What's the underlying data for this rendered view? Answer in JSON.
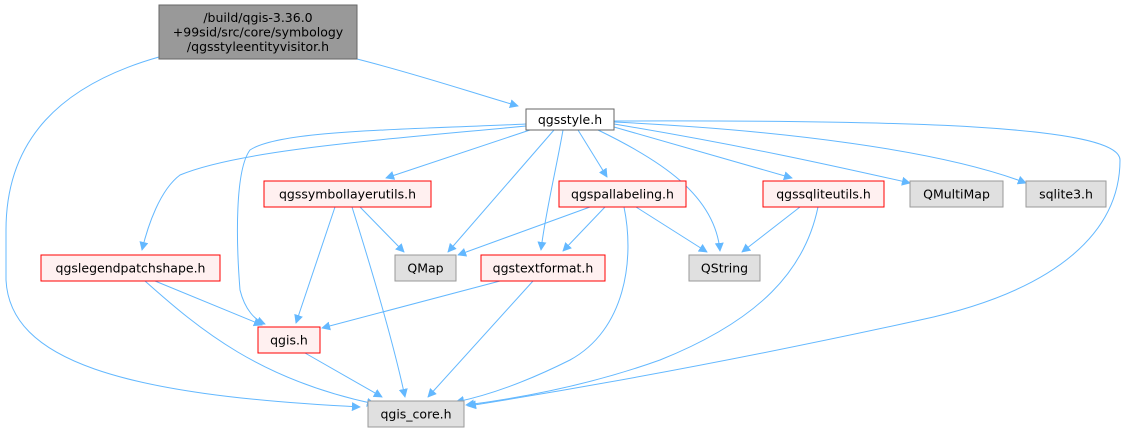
{
  "diagram": {
    "nodes": [
      {
        "id": "root",
        "lines": [
          "/build/qgis-3.36.0",
          "+99sid/src/core/symbology",
          "/qgsstyleentityvisitor.h"
        ],
        "style": "root"
      },
      {
        "id": "qgsstyle",
        "lines": [
          "qgsstyle.h"
        ],
        "style": "doc"
      },
      {
        "id": "qgssymbollayerutils",
        "lines": [
          "qgssymbollayerutils.h"
        ],
        "style": "red"
      },
      {
        "id": "qgspallabeling",
        "lines": [
          "qgspallabeling.h"
        ],
        "style": "red"
      },
      {
        "id": "qgssqliteutils",
        "lines": [
          "qgssqliteutils.h"
        ],
        "style": "red"
      },
      {
        "id": "qmultimap",
        "lines": [
          "QMultiMap"
        ],
        "style": "gray"
      },
      {
        "id": "sqlite3",
        "lines": [
          "sqlite3.h"
        ],
        "style": "gray"
      },
      {
        "id": "qgslegendpatchshape",
        "lines": [
          "qgslegendpatchshape.h"
        ],
        "style": "red"
      },
      {
        "id": "qmap",
        "lines": [
          "QMap"
        ],
        "style": "gray"
      },
      {
        "id": "qgstextformat",
        "lines": [
          "qgstextformat.h"
        ],
        "style": "red"
      },
      {
        "id": "qstring",
        "lines": [
          "QString"
        ],
        "style": "gray"
      },
      {
        "id": "qgis",
        "lines": [
          "qgis.h"
        ],
        "style": "red"
      },
      {
        "id": "qgis_core",
        "lines": [
          "qgis_core.h"
        ],
        "style": "gray"
      }
    ],
    "edges": [
      [
        "root",
        "qgsstyle"
      ],
      [
        "root",
        "qgis_core"
      ],
      [
        "qgsstyle",
        "qgslegendpatchshape"
      ],
      [
        "qgsstyle",
        "qgis"
      ],
      [
        "qgsstyle",
        "qgssymbollayerutils"
      ],
      [
        "qgsstyle",
        "qmap"
      ],
      [
        "qgsstyle",
        "qgstextformat"
      ],
      [
        "qgsstyle",
        "qgspallabeling"
      ],
      [
        "qgsstyle",
        "qstring"
      ],
      [
        "qgsstyle",
        "qgssqliteutils"
      ],
      [
        "qgsstyle",
        "qmultimap"
      ],
      [
        "qgsstyle",
        "sqlite3"
      ],
      [
        "qgsstyle",
        "qgis_core"
      ],
      [
        "qgssymbollayerutils",
        "qmap"
      ],
      [
        "qgssymbollayerutils",
        "qgis"
      ],
      [
        "qgssymbollayerutils",
        "qgis_core"
      ],
      [
        "qgspallabeling",
        "qmap"
      ],
      [
        "qgspallabeling",
        "qgstextformat"
      ],
      [
        "qgspallabeling",
        "qstring"
      ],
      [
        "qgspallabeling",
        "qgis_core"
      ],
      [
        "qgssqliteutils",
        "qstring"
      ],
      [
        "qgssqliteutils",
        "qgis_core"
      ],
      [
        "qgslegendpatchshape",
        "qgis"
      ],
      [
        "qgslegendpatchshape",
        "qgis_core"
      ],
      [
        "qgstextformat",
        "qgis"
      ],
      [
        "qgstextformat",
        "qgis_core"
      ],
      [
        "qgis",
        "qgis_core"
      ]
    ],
    "colors": {
      "edge": "#63b8ff",
      "root_fill": "#999999",
      "root_border": "#666666",
      "doc_fill": "#ffffff",
      "doc_border": "#666666",
      "red_fill": "#fff0f0",
      "red_border": "#ff0000",
      "gray_fill": "#e0e0e0",
      "gray_border": "#999999"
    }
  }
}
